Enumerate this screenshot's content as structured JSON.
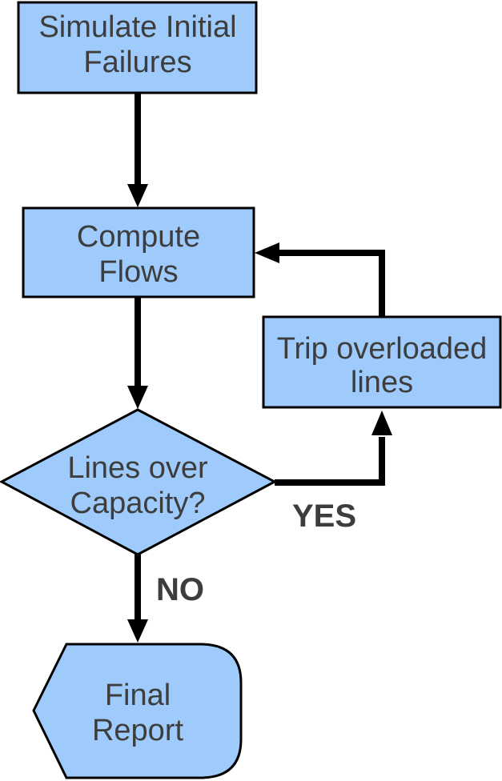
{
  "diagram": {
    "colors": {
      "background": "#FFFFFF",
      "node_fill": "#9ECBFB",
      "node_border": "#000000",
      "arrow": "#000000",
      "text": "#3D3D3D"
    },
    "nodes": {
      "simulate_initial_failures": {
        "shape": "rectangle",
        "lines": [
          "Simulate Initial",
          "Failures"
        ]
      },
      "compute_flows": {
        "shape": "rectangle",
        "lines": [
          "Compute",
          "Flows"
        ]
      },
      "trip_overloaded_lines": {
        "shape": "rectangle",
        "lines": [
          "Trip overloaded",
          "lines"
        ]
      },
      "lines_over_capacity": {
        "shape": "decision-diamond",
        "lines": [
          "Lines over",
          "Capacity?"
        ]
      },
      "final_report": {
        "shape": "display",
        "lines": [
          "Final",
          "Report"
        ]
      }
    },
    "edge_labels": {
      "yes": "YES",
      "no": "NO"
    }
  }
}
